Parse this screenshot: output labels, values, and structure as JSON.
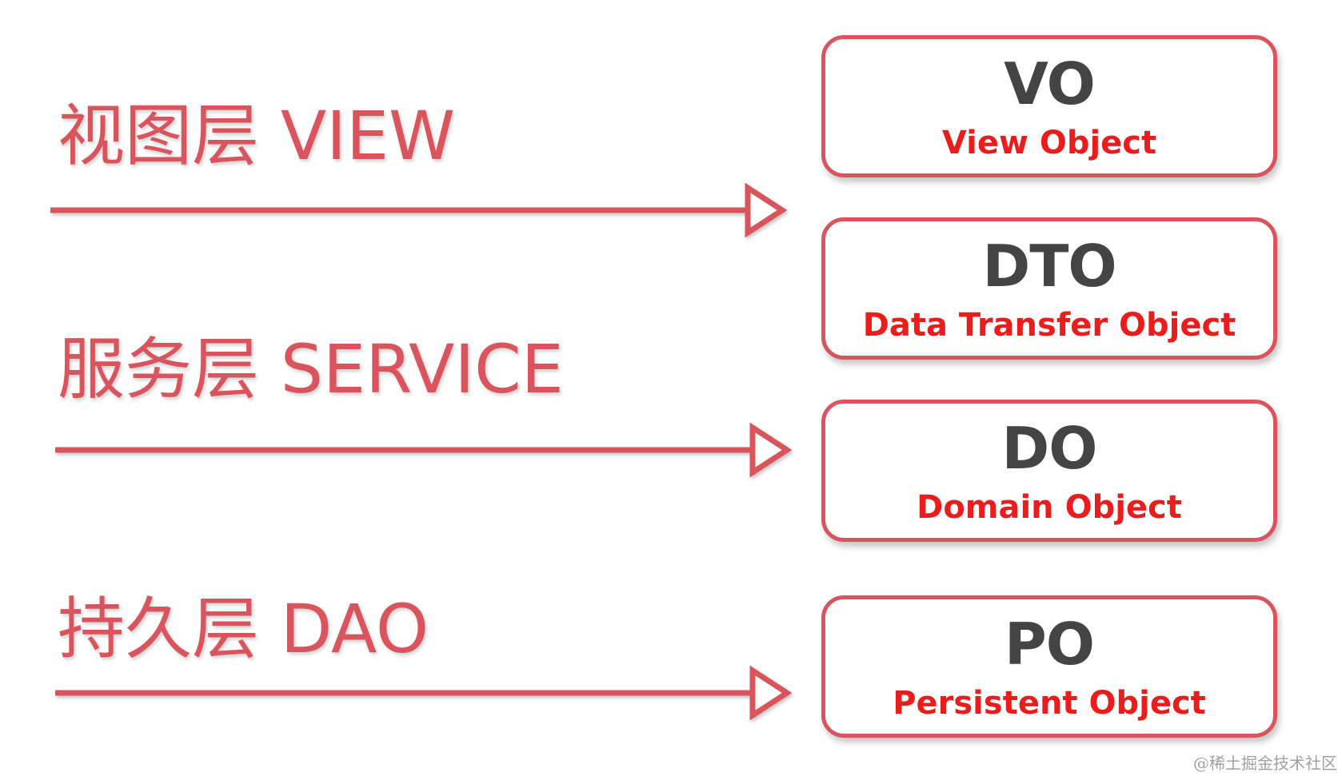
{
  "layers": [
    {
      "label": "视图层 VIEW"
    },
    {
      "label": "服务层 SERVICE"
    },
    {
      "label": "持久层 DAO"
    }
  ],
  "objects": [
    {
      "abbr": "VO",
      "full_name": "View Object"
    },
    {
      "abbr": "DTO",
      "full_name": "Data Transfer Object"
    },
    {
      "abbr": "DO",
      "full_name": "Domain Object"
    },
    {
      "abbr": "PO",
      "full_name": "Persistent Object"
    }
  ],
  "colors": {
    "accent": "#d9545c",
    "abbr_text": "#444444",
    "full_name_text": "#ea1c1c"
  },
  "watermark": "@稀土掘金技术社区"
}
